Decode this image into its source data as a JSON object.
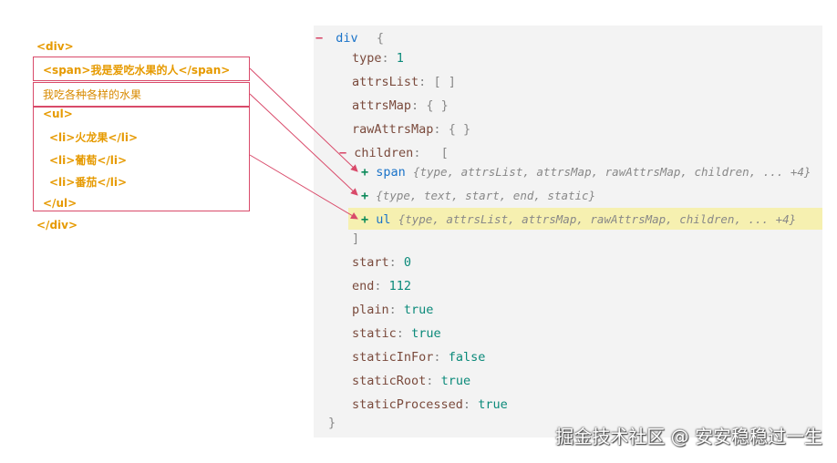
{
  "source": {
    "lines": [
      "<div>",
      "<span>我是爱吃水果的人</span>",
      "我吃各种各样的水果",
      "<ul>",
      "<li>火龙果</li>",
      "<li>葡萄</li>",
      "<li>番茄</li>",
      "</ul>",
      "</div>"
    ]
  },
  "ast": {
    "root_tag": "div",
    "open_brace": "{",
    "close_brace": "}",
    "fields": {
      "type": {
        "key": "type",
        "value": "1"
      },
      "attrsList": {
        "key": "attrsList",
        "value": "[ ]"
      },
      "attrsMap": {
        "key": "attrsMap",
        "value": "{ }"
      },
      "rawAttrsMap": {
        "key": "rawAttrsMap",
        "value": "{ }"
      },
      "children": {
        "key": "children",
        "value": "["
      },
      "children_close": "]",
      "start": {
        "key": "start",
        "value": "0"
      },
      "end": {
        "key": "end",
        "value": "112"
      },
      "plain": {
        "key": "plain",
        "value": "true"
      },
      "static": {
        "key": "static",
        "value": "true"
      },
      "staticInFor": {
        "key": "staticInFor",
        "value": "false"
      },
      "staticRoot": {
        "key": "staticRoot",
        "value": "true"
      },
      "staticProcessed": {
        "key": "staticProcessed",
        "value": "true"
      }
    },
    "children": [
      {
        "tag": "span",
        "summary": "{type, attrsList, attrsMap, rawAttrsMap, children, ... +4}"
      },
      {
        "tag": "",
        "summary": "{type, text, start, end, static}"
      },
      {
        "tag": "ul",
        "summary": "{type, attrsList, attrsMap, rawAttrsMap, children, ... +4}"
      }
    ],
    "minus_symbol": "−",
    "plus_symbol": "+",
    "colon": ":"
  },
  "watermark": "掘金技术社区 @ 安安稳稳过一生",
  "colors": {
    "source_text": "#e69a00",
    "box_border": "#d94a6a",
    "arrow": "#d94a6a",
    "panel_bg": "#f3f3f3",
    "highlight": "#f6f0b0"
  }
}
